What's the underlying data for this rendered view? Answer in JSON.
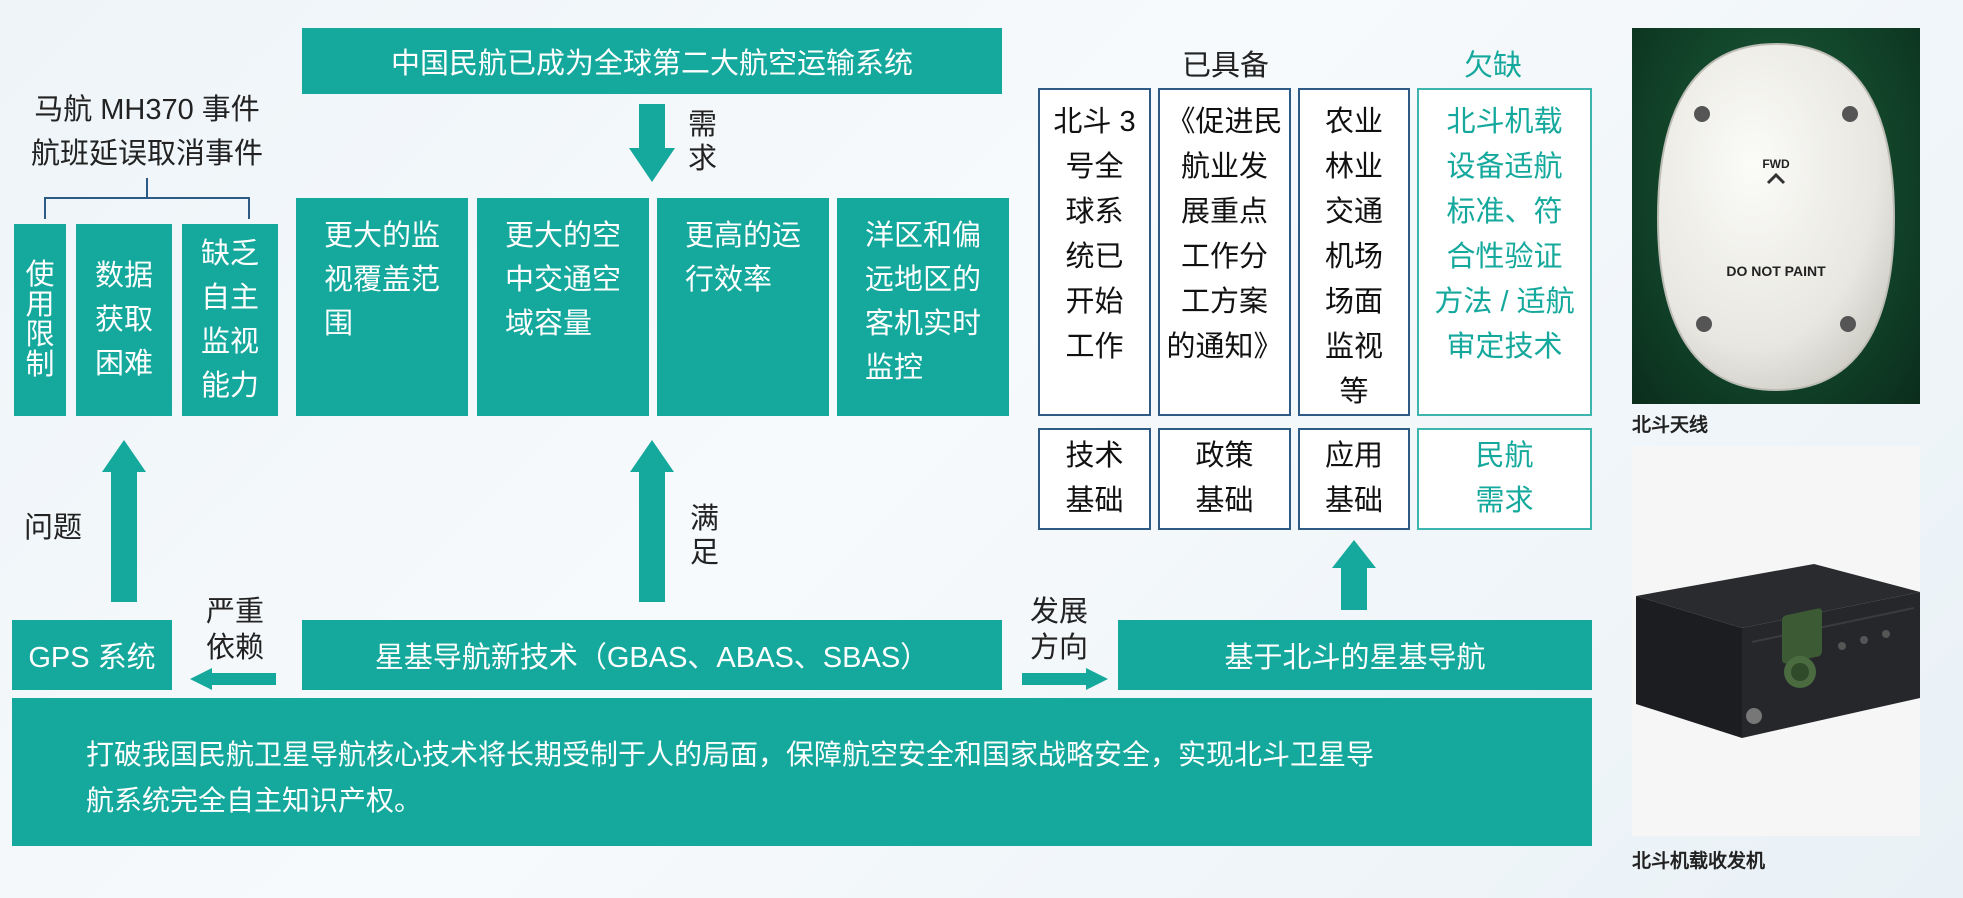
{
  "top_banner": "中国民航已成为全球第二大航空运输系统",
  "demand_label": "需\n求",
  "events": "马航 MH370 事件\n航班延误取消事件",
  "left_problems": [
    "使\n用\n限\n制",
    "数据\n获取\n困难",
    "缺乏\n自主\n监视\n能力"
  ],
  "needs": [
    "更大的监\n视覆盖范\n围",
    "更大的空\n中交通空\n域容量",
    "更高的运\n行效率",
    "洋区和偏\n远地区的\n客机实时\n监控"
  ],
  "problem_label": "问题",
  "satisfy_label": "满\n足",
  "gps_box": "GPS 系统",
  "dependency_label": "严重\n依赖",
  "sbn_box": "星基导航新技术（GBAS、ABAS、SBAS）",
  "direction_label": "发展\n方向",
  "beidou_box": "基于北斗的星基导航",
  "bottom_text": "打破我国民航卫星导航核心技术将长期受制于人的局面，保障航空安全和国家战略安全，实现北斗卫星导\n航系统完全自主知识产权。",
  "have_heading": "已具备",
  "lack_heading": "欠缺",
  "have_cells": [
    "北斗 3\n号全\n球系\n统已\n开始\n工作",
    "《促进民\n航业发\n展重点\n工作分\n工方案\n的通知》",
    "农业\n林业\n交通\n机场\n场面\n监视\n等"
  ],
  "lack_cell": "北斗机载\n设备适航\n标准、符\n合性验证\n方法 / 适航\n审定技术",
  "basis_cells": [
    "技术\n基础",
    "政策\n基础",
    "应用\n基础"
  ],
  "basis_lack": "民航\n需求",
  "photo1": {
    "caption": "北斗天线",
    "label_fwd": "FWD",
    "label_paint": "DO NOT PAINT"
  },
  "photo2": {
    "caption": "北斗机载收发机"
  },
  "colors": {
    "teal": "#15a89c",
    "navy": "#2d5b86"
  }
}
